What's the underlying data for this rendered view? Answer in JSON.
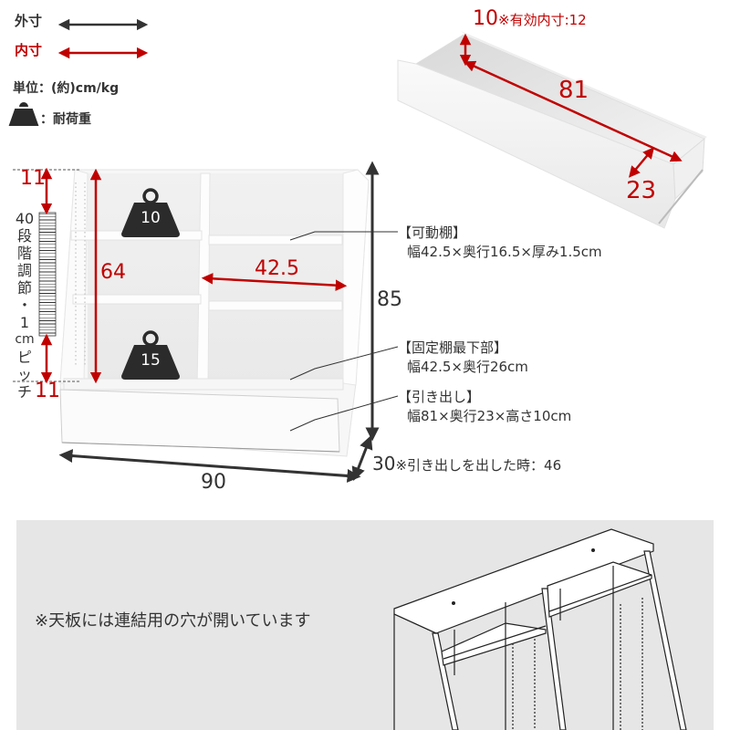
{
  "legend": {
    "outer_label": "外寸",
    "inner_label": "内寸",
    "unit": "単位：(約)cm/kg",
    "load_label": "：耐荷重",
    "outer_color": "#333333",
    "inner_color": "#c00000"
  },
  "drawer_figure": {
    "height_label": "10",
    "height_note": "※有効内寸:12",
    "length_label": "81",
    "depth_label": "23"
  },
  "shelf_figure": {
    "top_gap": "11",
    "bottom_gap": "11",
    "adjust_note_chars": [
      "40",
      "段",
      "階",
      "調",
      "節",
      "・",
      "1",
      "cm",
      "ピ",
      "ッ",
      "チ"
    ],
    "inner_height": "64",
    "inner_width": "42.5",
    "outer_height": "85",
    "outer_width": "90",
    "outer_depth": "30",
    "depth_note": "※引き出しを出した時：46",
    "load_upper": "10",
    "load_lower": "15"
  },
  "callouts": [
    {
      "title": "【可動棚】",
      "body": "幅42.5×奥行16.5×厚み1.5cm"
    },
    {
      "title": "【固定棚最下部】",
      "body": "幅42.5×奥行26cm"
    },
    {
      "title": "【引き出し】",
      "body": "幅81×奥行23×高さ10cm"
    }
  ],
  "bottom_panel": {
    "note": "※天板には連結用の穴が開いています"
  }
}
